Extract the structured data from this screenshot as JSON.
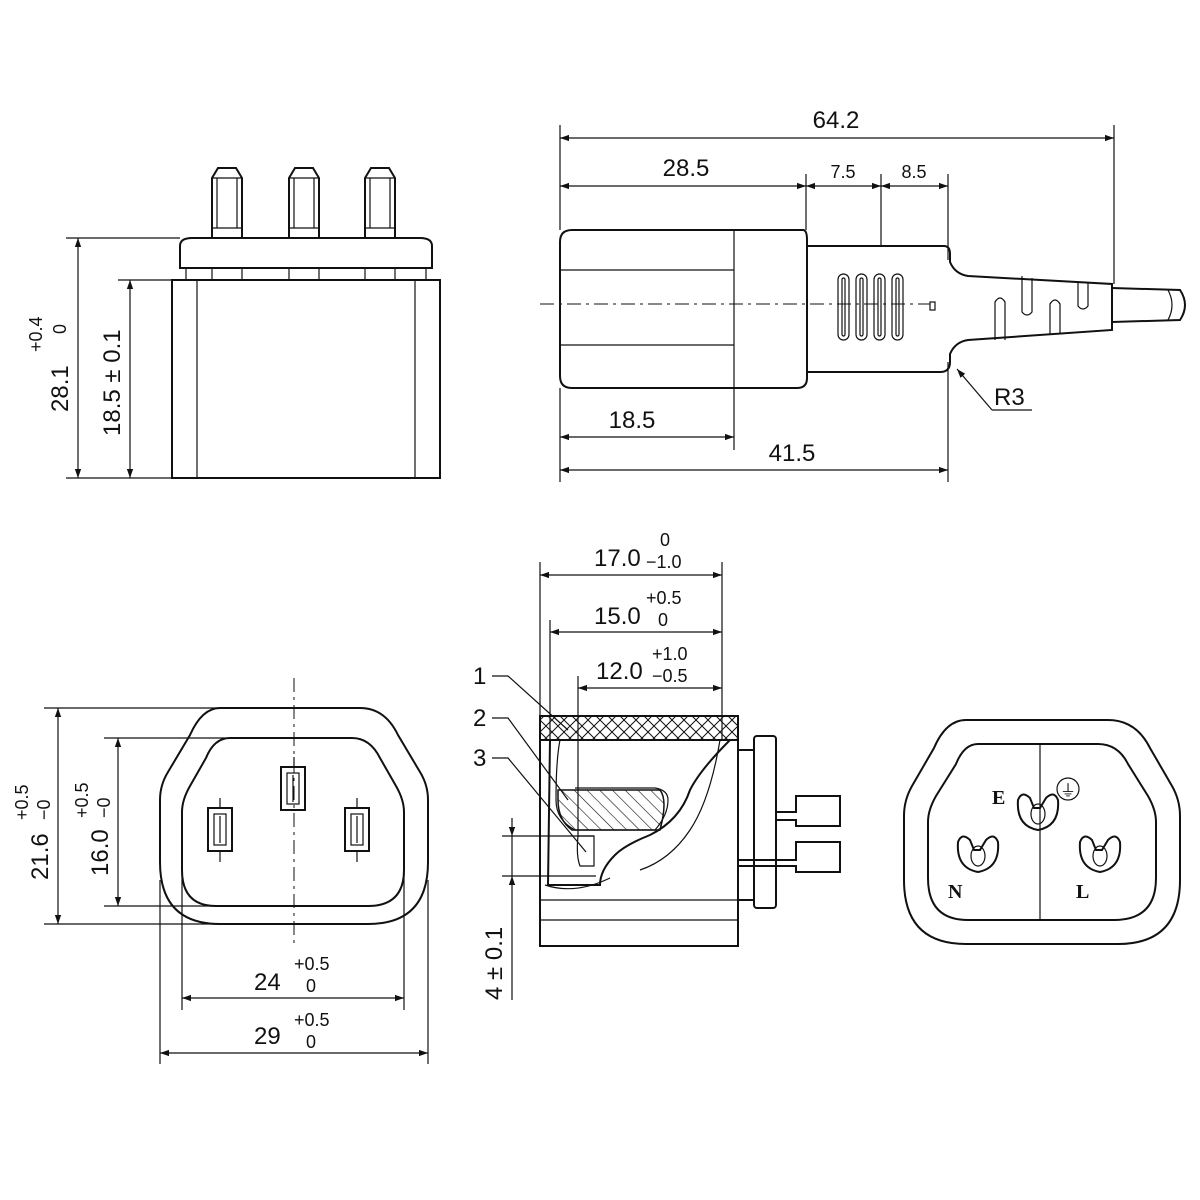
{
  "top_view": {
    "height_total": "28.1",
    "height_total_tol_upper": "+0.4",
    "height_total_tol_lower": "0",
    "height_body": "18.5 ± 0.1"
  },
  "side_view": {
    "overall_length": "64.2",
    "head_length": "28.5",
    "seg_a": "7.5",
    "seg_b": "8.5",
    "lower_inner": "18.5",
    "lower_total": "41.5",
    "radius": "R3"
  },
  "front_view": {
    "height_outer": "21.6",
    "height_outer_tol_upper": "+0.5",
    "height_outer_tol_lower": "−0",
    "height_inner": "16.0",
    "height_inner_tol_upper": "+0.5",
    "height_inner_tol_lower": "−0",
    "width_inner": "24",
    "width_inner_tol_upper": "+0.5",
    "width_inner_tol_lower": "0",
    "width_outer": "29",
    "width_outer_tol_upper": "+0.5",
    "width_outer_tol_lower": "0"
  },
  "section_view": {
    "dim1": "17.0",
    "dim1_tol_upper": "0",
    "dim1_tol_lower": "−1.0",
    "dim2": "15.0",
    "dim2_tol_upper": "+0.5",
    "dim2_tol_lower": "0",
    "dim3": "12.0",
    "dim3_tol_upper": "+1.0",
    "dim3_tol_lower": "−0.5",
    "callout_1": "1",
    "callout_2": "2",
    "callout_3": "3",
    "height_small": "4 ± 0.1"
  },
  "pin_view": {
    "earth": "E",
    "neutral": "N",
    "live": "L",
    "earth_symbol": "⏚"
  }
}
